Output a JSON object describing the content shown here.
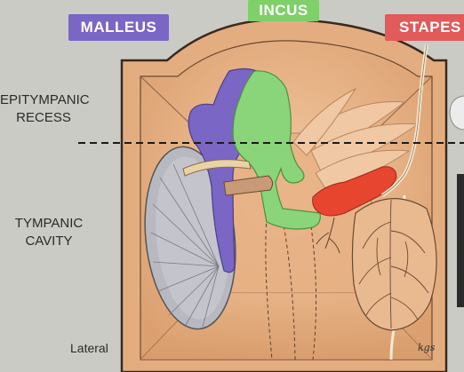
{
  "labels": {
    "malleus": "MALLEUS",
    "incus": "INCUS",
    "stapes": "STAPES",
    "epitympanic_line1": "EPITYMPANIC",
    "epitympanic_line2": "RECESS",
    "tympanic_line1": "TYMPANIC",
    "tympanic_line2": "CAVITY",
    "lateral": "Lateral",
    "signature": "kgs"
  },
  "colors": {
    "background": "#cbcbc6",
    "malleus": "#7a66c4",
    "incus": "#7fcf6a",
    "stapes": "#e25a5a",
    "cavity_wall": "#e9b78a",
    "tympanic_membrane": "#b8b8c0",
    "frame": "#3a2a1f"
  }
}
